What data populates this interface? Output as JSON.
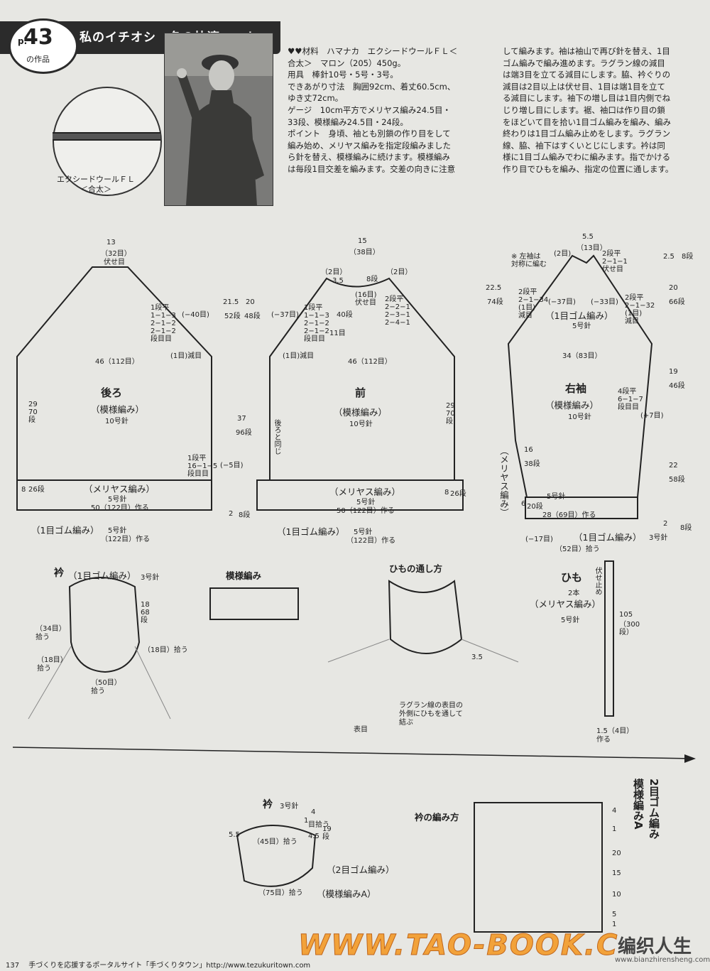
{
  "header": {
    "page_p": "p.",
    "page_num": "43",
    "page_suffix": "の作品",
    "title": "私のイチオシ　冬の快適ニット"
  },
  "yarn": {
    "label_l1": "エクシードウールＦＬ",
    "label_l2": "＜合太＞"
  },
  "materials": {
    "l1": "♥♥材料　ハマナカ　エクシードウールＦＬ＜",
    "l2": "合太＞　マロン（205）450g。",
    "l3": "用具　棒針10号・5号・3号。",
    "l4": "できあがり寸法　胸囲92cm、着丈60.5cm、",
    "l5": "ゆき丈72cm。",
    "l6": "ゲージ　10cm平方でメリヤス編み24.5目・",
    "l7": "33段、模様編み24.5目・24段。",
    "l8": "ポイント　身頃、袖とも別鎖の作り目をして",
    "l9": "編み始め、メリヤス編みを指定段編みました",
    "l10": "ら針を替え、模様編みに続けます。模様編み",
    "l11": "は毎段1目交差を編みます。交差の向きに注意"
  },
  "instructions": {
    "l1": "して編みます。袖は袖山で再び針を替え、1目",
    "l2": "ゴム編みで編み進めます。ラグラン線の減目",
    "l3": "は端3目を立てる減目にします。脇、衿ぐりの",
    "l4": "減目は2目以上は伏せ目、1目は端1目を立て",
    "l5": "る減目にします。袖下の増し目は1目内側でね",
    "l6": "じり増し目にします。裾、袖口は作り目の鎖",
    "l7": "をほどいて目を拾い1目ゴム編みを編み、編み",
    "l8": "終わりは1目ゴム編み止めをします。ラグラン",
    "l9": "線、脇、袖下はすくいとじにします。衿は同",
    "l10": "様に1目ゴム編みでわに編みます。指でかける",
    "l11": "作り目でひもを編み、指定の位置に通します。"
  },
  "back": {
    "name": "後ろ",
    "pattern": "（模様編み）",
    "needle": "10号針",
    "top_cm": "13",
    "top_st": "（32目）",
    "top_note": "伏せ目",
    "width": "46（112目）",
    "side": "29\n70\n段",
    "raglan": "1段平\n1−1−3\n2−1−2\n2−1−2\n段目目",
    "dec": "(−40目)",
    "stock": "（メリヤス編み）",
    "stock_needle": "5号針",
    "stock_st": "50（122目）作る",
    "rib": "（1目ゴム編み）",
    "rib_needle": "5号針",
    "rib_st": "（122目）作る",
    "h1": "21.5",
    "h1b": "52段",
    "h2": "20",
    "h2b": "48段",
    "h3": "37",
    "h3b": "96段",
    "h4": "8",
    "h4b": "26段",
    "h5": "2",
    "h5b": "8段",
    "misc": "(1目)減目",
    "misc2": "(−5目)",
    "misc3": "1段平\n16−1−5\n段目目"
  },
  "front": {
    "name": "前",
    "pattern": "（模様編み）",
    "needle": "10号針",
    "top_cm": "15",
    "top_st": "（38目）",
    "neck": "(16目)\n伏せ目",
    "neck2": "（2目）",
    "neck3": "3.5",
    "neck4": "8段",
    "side": "29\n70\n段",
    "width": "46（112目）",
    "stock": "（メリヤス編み）",
    "stock_needle": "5号針",
    "stock_st": "50（122目）作る",
    "rib": "（1目ゴム編み）",
    "rib_needle": "5号針",
    "rib_st": "（122目）作る",
    "same": "後ろと同じ",
    "dec": "(−37目)",
    "raglan": "1段平\n1−1−3\n2−1−2\n2−1−2\n段目目",
    "shape2": "2段平\n2−2−1\n2−3−1\n2−4−1",
    "h1": "40段",
    "h2": "11目",
    "misc": "(1目)減目",
    "h3": "8",
    "h3b": "26段"
  },
  "sleeve": {
    "name": "右袖",
    "pattern": "（模様編み）",
    "needle": "10号針",
    "rib_top": "（1目ゴム編み）",
    "rib_top_needle": "5号針",
    "top_cm": "5.5",
    "top_st": "（13目）",
    "note": "※ 左袖は\n対称に編む",
    "width": "34（83目）",
    "stock": "（メリヤス編み）",
    "stock_needle": "5号針",
    "stock_st": "28（69目）作る",
    "rib": "（1目ゴム編み）",
    "rib_needle": "3号針",
    "rib_st": "（52目）拾う",
    "inc": "4段平\n6−1−7\n段目目",
    "inc2": "(+7目)",
    "dec1": "(−37目)",
    "dec2": "(−33目)",
    "left_rg": "2段平\n2−1−34\n(1目)\n減目",
    "right_rg": "2段平\n2−1−32\n(1目)\n減目",
    "top_rg": "2段平\n2−1−1\n伏せ目",
    "h0": "22.5",
    "h0b": "74段",
    "h1": "2.5",
    "h1b": "8段",
    "h2": "20",
    "h2b": "66段",
    "h3": "19",
    "h3b": "46段",
    "h4": "22",
    "h4b": "58段",
    "h5": "16",
    "h5b": "38段",
    "h6": "6",
    "h6b": "20段",
    "h7": "2",
    "h7b": "8段",
    "cuff": "(−17目)",
    "two": "(2目)"
  },
  "collar1": {
    "title": "衿",
    "pattern": "（1目ゴム編み）",
    "needle": "3号針",
    "left_st": "（34目）\n拾う",
    "left2": "（18目）\n拾う",
    "right_st": "（18目）拾う",
    "bottom_st": "（50目）\n拾う",
    "h": "18\n68\n段"
  },
  "pattern_title": "模様編み",
  "cord_title": "ひもの通し方",
  "cord_note": "ラグラン線の表目の\n外側にひもを通して\n結ぶ",
  "cord_surface": "表目",
  "cord_dim": "3.5",
  "himo": {
    "title": "ひも",
    "count": "2本",
    "pattern": "（メリヤス編み）",
    "needle": "5号針",
    "end": "伏せ止め",
    "len": "105",
    "len_st": "（300\n段）",
    "width": "1.5（4目）\n作る"
  },
  "collar2": {
    "title": "衿",
    "needle": "3号針",
    "st1": "（45目）拾う",
    "st2": "（75目）拾う",
    "rib2": "（2目ゴム編み）",
    "patA": "（模様編みA）",
    "d1": "5.5",
    "d2": "1",
    "d3": "4",
    "d4": "4.5",
    "d5": "19\n段",
    "d6": "目拾う"
  },
  "collar_chart": {
    "title": "衿の編み方",
    "side_label": "2目ゴム編み\n模様編みA",
    "rows": [
      "4",
      "1",
      "20",
      "15",
      "10",
      "5",
      "1"
    ]
  },
  "footer": {
    "page": "137",
    "text": "手づくりを応援するポータルサイト「手づくりタウン」http://www.tezukuritown.com"
  },
  "watermark": {
    "site": "WWW.TAO-BOOK.C",
    "brand": "编织人生",
    "url": "www.bianzhirensheng.com"
  }
}
